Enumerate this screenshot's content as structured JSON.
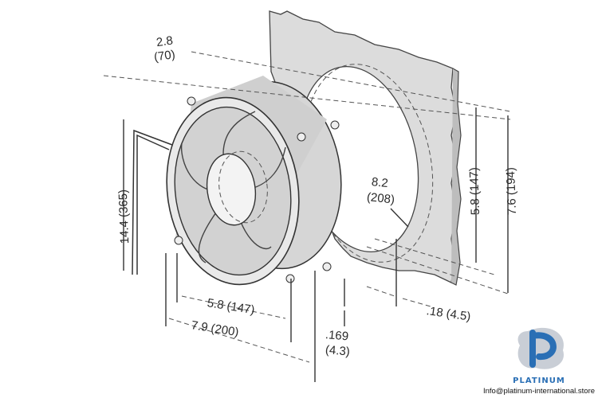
{
  "drawing": {
    "title": "Fan dimensional drawing",
    "dimensions": {
      "depth_in": "2.8",
      "depth_mm": "(70)",
      "cable_length": "14.4 (365)",
      "mount_spacing_h": "5.8 (147)",
      "overall_width": "7.9 (200)",
      "flange_in": ".169",
      "flange_mm": "(4.3)",
      "panel_thickness": ".18 (4.5)",
      "cutout_in": "8.2",
      "cutout_mm": "(208)",
      "mount_spacing_v": "5.8 (147)",
      "overall_height": "7.6 (194)"
    }
  },
  "logo": {
    "brand": "PLATINUM",
    "email": "Info@platinum-international.store",
    "color": "#2a6fb5"
  }
}
